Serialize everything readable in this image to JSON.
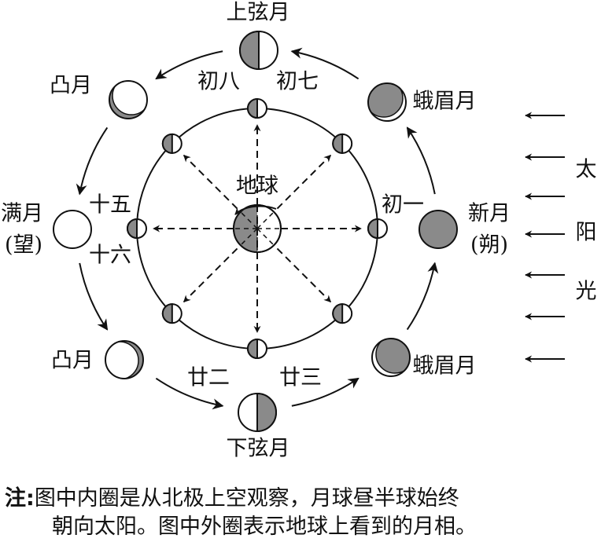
{
  "colors": {
    "shadow": "#8a8a8a",
    "line": "#111111"
  },
  "earth_label": "地球",
  "sunlight": [
    "太",
    "阳",
    "光"
  ],
  "days": {
    "d8": "初八",
    "d7": "初七",
    "d1": "初一",
    "d15": "十五",
    "d16": "十六",
    "d22": "廿二",
    "d23": "廿三"
  },
  "phases": {
    "first_quarter": "上弦月",
    "waxing_crescent": "蛾眉月",
    "new_moon": "新月",
    "new_moon_alt": "(朔)",
    "waxing_gibbous": "凸月",
    "full_moon": "满月",
    "full_moon_alt": "(望)",
    "waning_gibbous": "凸月",
    "last_quarter": "下弦月",
    "waning_crescent": "蛾眉月"
  },
  "note": {
    "prefix": "注:",
    "line1": "图中内圈是从北极上空观察，月球昼半球始终",
    "line2": "朝向太阳。图中外圈表示地球上看到的月相。"
  }
}
